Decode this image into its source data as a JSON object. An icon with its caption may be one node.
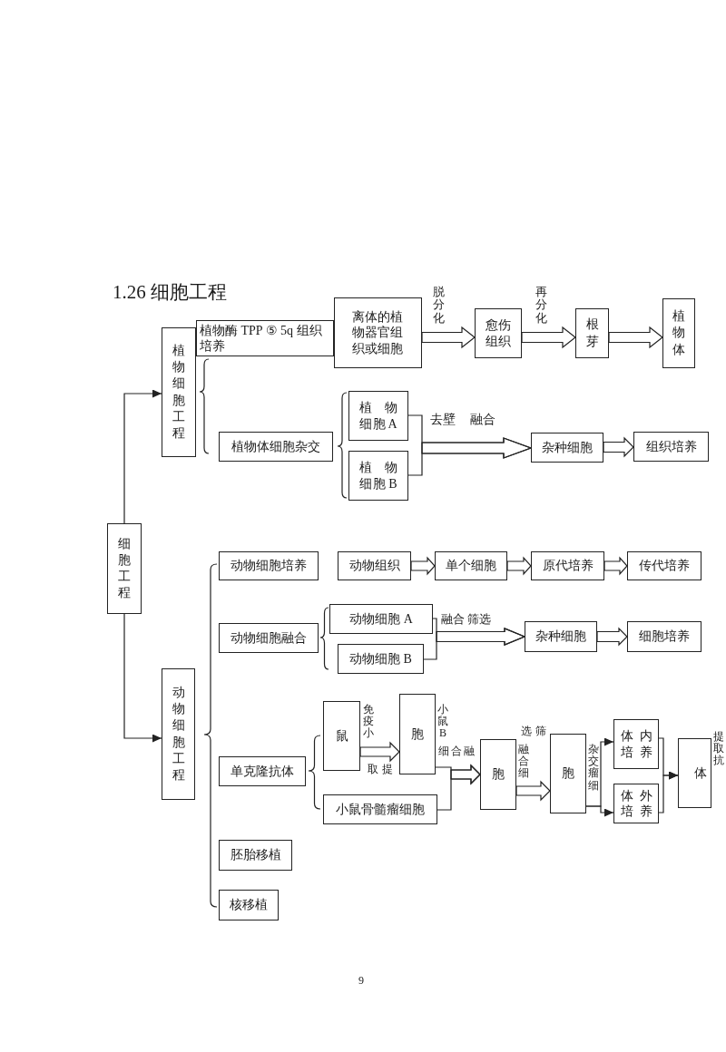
{
  "diagram": {
    "title": "1.26 细胞工程",
    "nodes": [
      {
        "text": [
          "细胞工程"
        ]
      },
      {
        "text": [
          "植物细胞工程"
        ]
      },
      {
        "text": [
          "植物酶 TPP ⑤ 5q 组织培养"
        ]
      },
      {
        "text": [
          "离体的植物器官组织或细胞"
        ]
      },
      {
        "text": [
          "愈伤组织"
        ]
      },
      {
        "text": [
          "根芽"
        ]
      },
      {
        "text": [
          "植物体"
        ]
      },
      {
        "text": [
          "植物体细胞杂交"
        ]
      },
      {
        "text": [
          "植物细胞 A"
        ]
      },
      {
        "text": [
          "植物细胞 B"
        ]
      },
      {
        "text": [
          "杂种细胞"
        ]
      },
      {
        "text": [
          "组织培养"
        ]
      },
      {
        "text": [
          "动物细胞工程"
        ]
      },
      {
        "text": [
          "动物细胞培养"
        ]
      },
      {
        "text": [
          "动物组织"
        ]
      },
      {
        "text": [
          "单个细胞"
        ]
      },
      {
        "text": [
          "原代培养"
        ]
      },
      {
        "text": [
          "传代培养"
        ]
      },
      {
        "text": [
          "动物细胞融合"
        ]
      },
      {
        "text": [
          "动物细胞 A"
        ]
      },
      {
        "text": [
          "动物细胞 B"
        ]
      },
      {
        "text": [
          "杂种细胞"
        ]
      },
      {
        "text": [
          "细胞培养"
        ]
      },
      {
        "text": [
          "单克隆抗体"
        ]
      },
      {
        "text": [
          "鼠"
        ],
        "beside": [
          "免疫小"
        ]
      },
      {
        "text": [
          "胞"
        ],
        "beside": [
          "小鼠B"
        ]
      },
      {
        "text": [
          "小鼠骨髓瘤细胞"
        ]
      },
      {
        "text": [
          "胞"
        ],
        "beside": [
          "融合细"
        ]
      },
      {
        "text": [
          "胞"
        ],
        "beside": [
          "杂交瘤细"
        ]
      },
      {
        "text": [
          "体内培养"
        ]
      },
      {
        "text": [
          "体外培养"
        ]
      },
      {
        "text": [
          "体"
        ],
        "beside": [
          "提取抗"
        ]
      },
      {
        "text": [
          "胚胎移植"
        ]
      },
      {
        "text": [
          "核移植"
        ]
      }
    ],
    "edges": [
      {
        "from": 0,
        "to": 1,
        "arrow": "to"
      },
      {
        "from": 0,
        "to": 12,
        "arrow": "to"
      },
      {
        "from": 3,
        "to": 4,
        "arrow": "to",
        "label": "脱分化"
      },
      {
        "from": 4,
        "to": 5,
        "arrow": "to",
        "label": "再分化"
      },
      {
        "from": 5,
        "to": 6,
        "arrow": "to"
      },
      {
        "from": 8,
        "to": 10,
        "arrow": "to",
        "label": "去壁 融合"
      },
      {
        "from": 9,
        "to": 10,
        "arrow": "to"
      },
      {
        "from": 10,
        "to": 11,
        "arrow": "to"
      },
      {
        "from": 14,
        "to": 15,
        "arrow": "to"
      },
      {
        "from": 15,
        "to": 16,
        "arrow": "to"
      },
      {
        "from": 16,
        "to": 17,
        "arrow": "to"
      },
      {
        "from": 19,
        "to": 21,
        "arrow": "to",
        "label": "融合 筛选"
      },
      {
        "from": 20,
        "to": 21,
        "arrow": "to"
      },
      {
        "from": 21,
        "to": 22,
        "arrow": "to"
      },
      {
        "from": 24,
        "to": 25,
        "arrow": "to",
        "label": "取提"
      },
      {
        "from": 25,
        "to": 27,
        "arrow": "to",
        "label": "细合融"
      },
      {
        "from": 26,
        "to": 27,
        "arrow": "to"
      },
      {
        "from": 27,
        "to": 28,
        "arrow": "to",
        "label": "选筛"
      },
      {
        "from": 28,
        "to": 29,
        "arrow": "to"
      },
      {
        "from": 28,
        "to": 30,
        "arrow": "to"
      },
      {
        "from": 29,
        "to": 31,
        "arrow": "to"
      },
      {
        "from": 30,
        "to": 31,
        "arrow": "to"
      }
    ],
    "labels": [
      "9"
    ]
  }
}
